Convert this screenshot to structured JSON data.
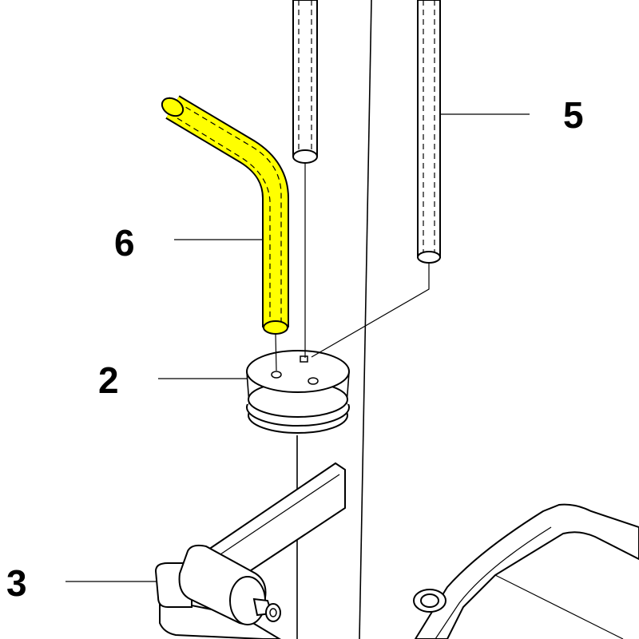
{
  "diagram": {
    "highlight_color": "#ffff00",
    "line_color": "#000000",
    "callouts": [
      {
        "id": "part-5",
        "label": "5"
      },
      {
        "id": "part-6",
        "label": "6"
      },
      {
        "id": "part-2",
        "label": "2"
      },
      {
        "id": "part-3",
        "label": "3"
      }
    ]
  }
}
